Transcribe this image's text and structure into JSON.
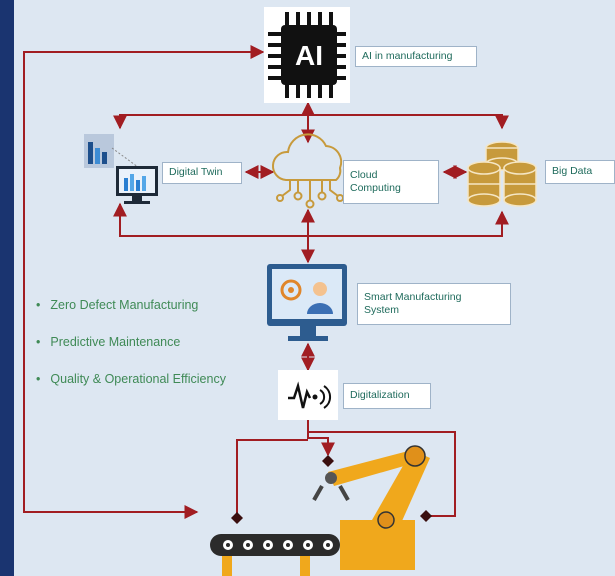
{
  "nodes": {
    "ai": {
      "icon_text": "AI",
      "label": "AI in manufacturing"
    },
    "digital_twin": {
      "label": "Digital Twin"
    },
    "cloud": {
      "label_line1": "Cloud",
      "label_line2": "Computing"
    },
    "big_data": {
      "label": "Big Data"
    },
    "smart_mfg": {
      "label_line1": "Smart Manufacturing",
      "label_line2": "System"
    },
    "digitalization": {
      "label": "Digitalization"
    }
  },
  "bullets": [
    "Zero Defect Manufacturing",
    "Predictive Maintenance",
    "Quality & Operational Efficiency"
  ],
  "colors": {
    "background": "#dde7f2",
    "frame": "#1a3470",
    "arrow": "#a11d22",
    "label_text": "#1f6b5c",
    "bullet_text": "#3f8a56",
    "icon_gold": "#c79a3c",
    "robot_orange": "#f0a81c"
  },
  "icons": [
    "ai-chip-icon",
    "digital-twin-icon",
    "cloud-computing-icon",
    "big-data-icon",
    "smart-manufacturing-monitor-icon",
    "digitalization-signal-icon",
    "robot-arm-conveyor-icon"
  ]
}
